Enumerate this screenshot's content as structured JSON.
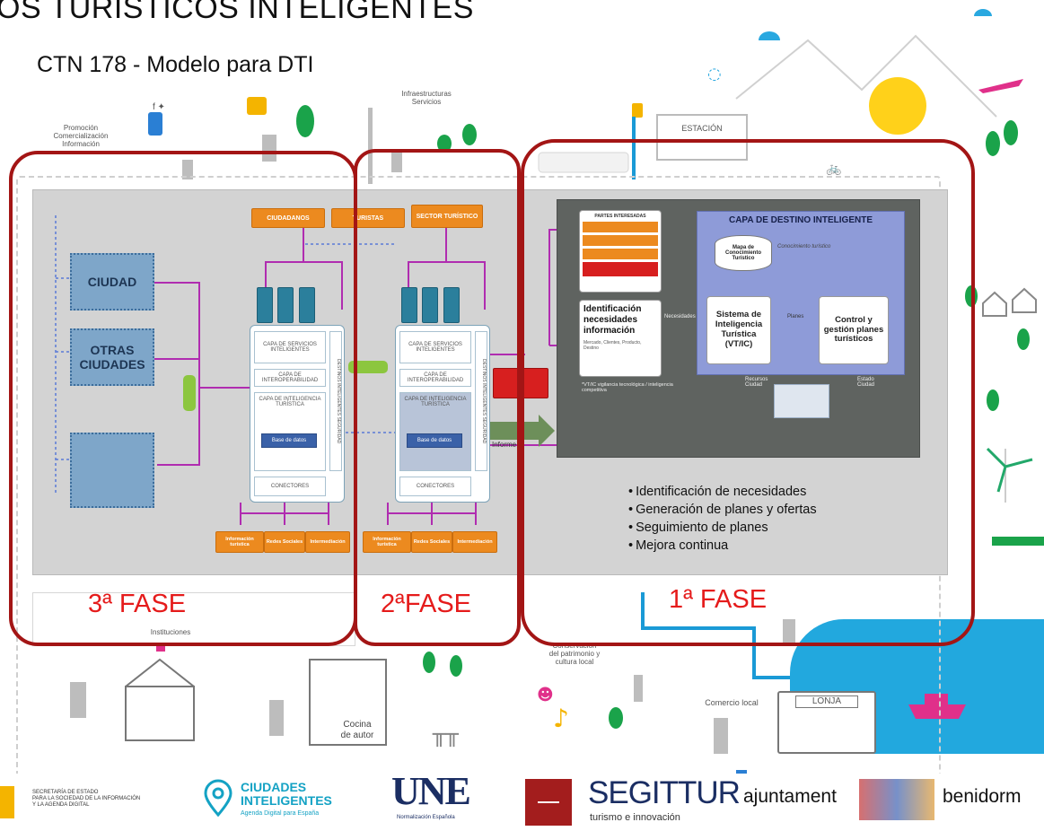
{
  "header": {
    "title": "OS TURÍSTICOS INTELIGENTES",
    "subtitle": "CTN 178 - Modelo para DTI"
  },
  "illustration": {
    "promocion": "Promoción\nComercialización\nInformación",
    "infraestructuras": "Infraestructuras\nServicios",
    "estacion": "ESTACIÓN",
    "instituciones": "Instituciones",
    "conservacion": "Conservación\ndel patrimonio y\ncultura local",
    "cocina": "Cocina\nde autor",
    "comercio": "Comercio local",
    "lonja": "LONJA"
  },
  "diagram": {
    "top_boxes": [
      "CIUDADANOS",
      "TURISTAS",
      "SECTOR TURÍSTICO"
    ],
    "cities": [
      "CIUDAD",
      "OTRAS CIUDADES"
    ],
    "stack_layers": [
      "CAPA DE SERVICIOS INTELIGENTES",
      "CAPA DE INTEROPERABILIDAD",
      "CAPA DE INTELIGENCIA TURÍSTICA",
      "Base de datos",
      "CONECTORES"
    ],
    "stack_side": "DESTINOS INTELIGENTES SEGURIDAD",
    "bottom_boxes": [
      "Información turística",
      "Redes Sociales",
      "Intermediación"
    ],
    "info_label": "Informe",
    "dti": {
      "title": "CAPA DE DESTINO INTELIGENTE",
      "partes": "PARTES INTERESADAS",
      "mapa": "Mapa de Conocimiento Turístico",
      "conocimiento": "Conocimiento turístico",
      "identificacion": "Identificación necesidades información",
      "identificacion_sub": "Mercado, Clientes, Producto, Destino",
      "necesidades": "Necesidades",
      "sistema": "Sistema de Inteligencia Turística (VT/IC)",
      "planes": "Planes",
      "control": "Control y gestión planes turísticos",
      "recursos": "Recursos Ciudad",
      "estado": "Estado Ciudad",
      "note": "*VT/IC vigilancia tecnológica / inteligencia competitiva"
    }
  },
  "bullets": [
    "Identificación de necesidades",
    "Generación de planes y ofertas",
    "Seguimiento de planes",
    "Mejora continua"
  ],
  "phases": [
    {
      "label": "3ª FASE"
    },
    {
      "label": "2ªFASE"
    },
    {
      "label": "1ª FASE"
    }
  ],
  "logos": {
    "secretaria": "SECRETARÍA DE ESTADO\nPARA LA SOCIEDAD DE LA INFORMACIÓN\nY LA AGENDA DIGITAL",
    "ciudades_1": "CIUDADES",
    "ciudades_2": "INTELIGENTES",
    "ciudades_sub": "Agenda Digital para España",
    "une": "UNE",
    "une_sub": "Normalización Española",
    "segittur": "SEGITTUR",
    "segittur_sub": "turismo e innovación",
    "ajuntament": "ajuntament",
    "benidorm": "benidorm"
  },
  "colors": {
    "phase_border": "#a31515",
    "phase_text": "#e51b1b",
    "orange": "#ec8a1f",
    "teal": "#2b7f9c",
    "purple_arrow": "#b02cb0",
    "dti_blue": "#8e9bd8",
    "sea": "#22a8de"
  }
}
